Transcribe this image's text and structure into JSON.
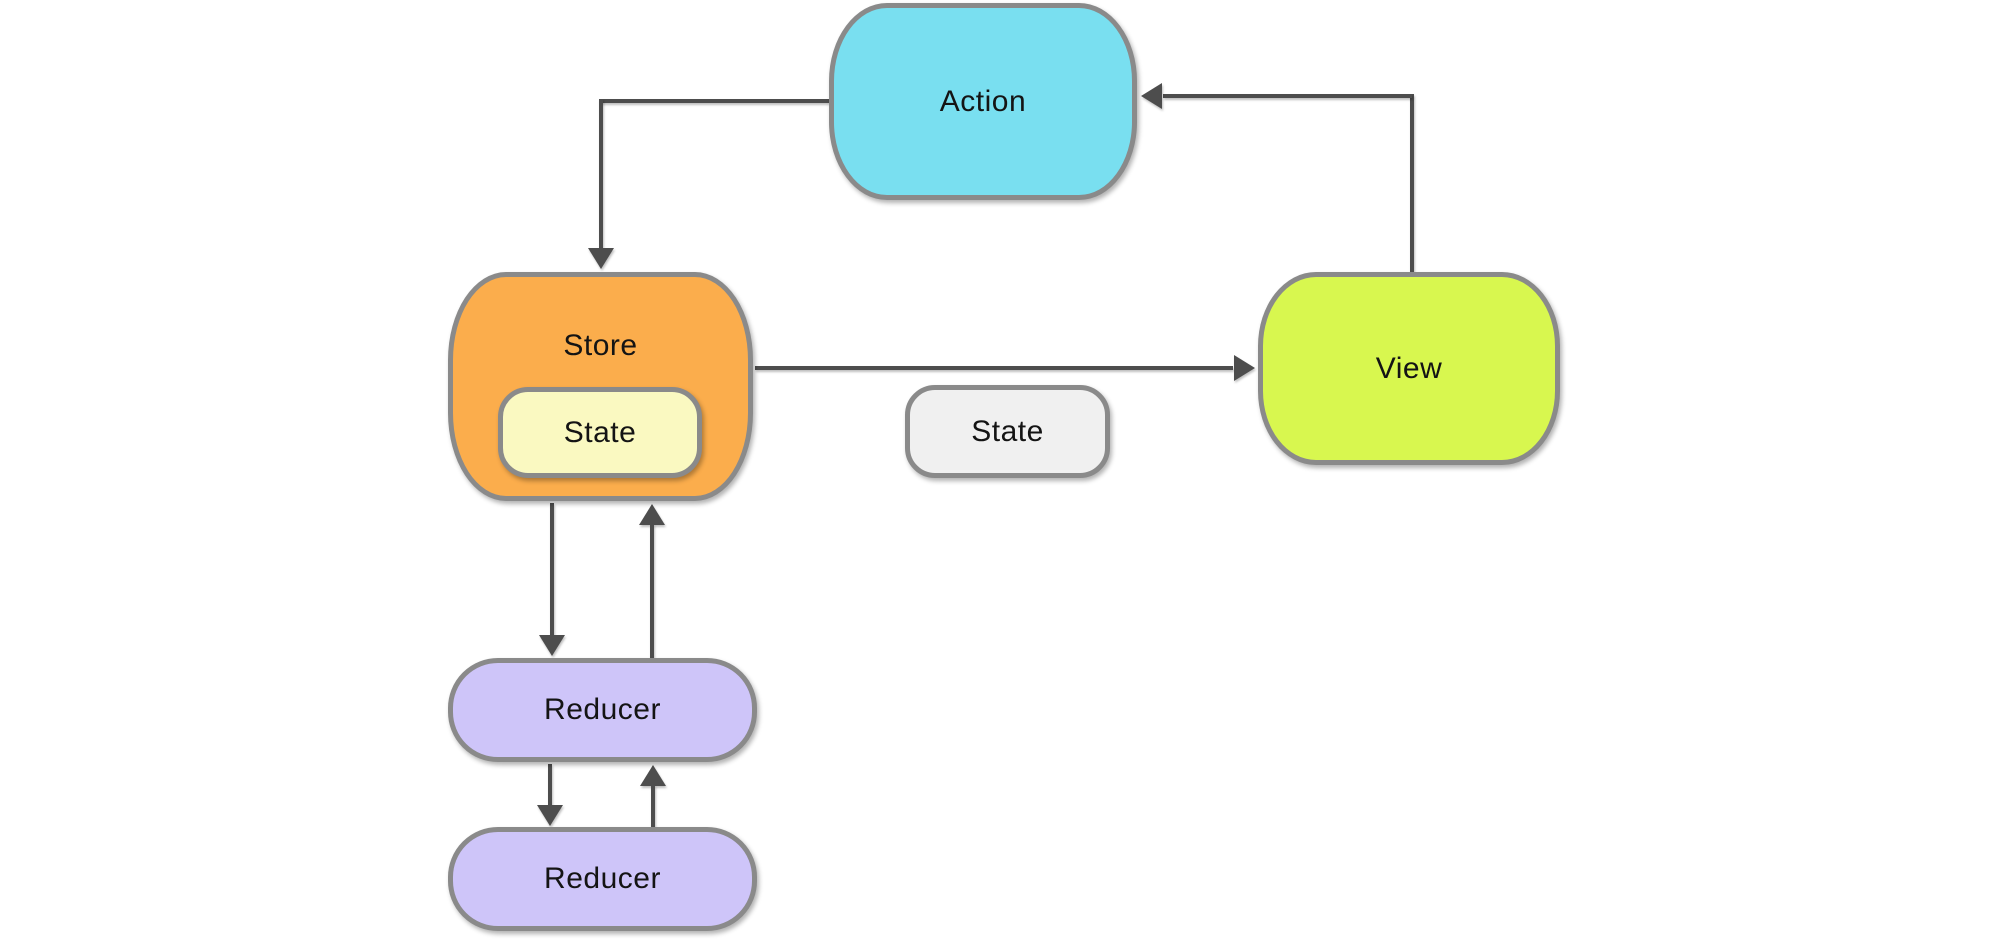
{
  "diagram": {
    "type": "flow-diagram",
    "nodes": {
      "action": {
        "label": "Action",
        "fill": "#79dff0"
      },
      "store": {
        "label": "Store",
        "fill": "#fbad4c"
      },
      "store_state": {
        "label": "State",
        "fill": "#faf9c1"
      },
      "view": {
        "label": "View",
        "fill": "#d8f74f"
      },
      "state": {
        "label": "State",
        "fill": "#f0f0f0"
      },
      "reducer_top": {
        "label": "Reducer",
        "fill": "#cec5f9"
      },
      "reducer_bottom": {
        "label": "Reducer",
        "fill": "#cec5f9"
      }
    },
    "edges": [
      {
        "from": "action",
        "to": "store"
      },
      {
        "from": "store",
        "to": "view"
      },
      {
        "from": "view",
        "to": "action"
      },
      {
        "from": "store",
        "to": "reducer_top"
      },
      {
        "from": "reducer_top",
        "to": "store"
      },
      {
        "from": "reducer_top",
        "to": "reducer_bottom"
      },
      {
        "from": "reducer_bottom",
        "to": "reducer_top"
      }
    ],
    "colors": {
      "border": "#8a8a8a",
      "arrow": "#4d4d4d",
      "text": "#141414",
      "background": "#ffffff"
    }
  }
}
